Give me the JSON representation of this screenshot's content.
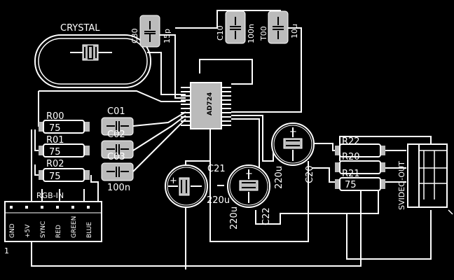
{
  "labels": {
    "crystal": "CRYSTAL",
    "c30": "C30",
    "c30_val": "15p",
    "c10": "C10",
    "c10_val": "100n",
    "t00": "T00",
    "t00_val": "10u",
    "ic": "AD724",
    "r00": "R00",
    "r00_val": "75",
    "r01": "R01",
    "r01_val": "75",
    "r02": "R02",
    "r02_val": "75",
    "c01": "C01",
    "c02": "C02",
    "c03": "C03",
    "c03_val": "100n",
    "c21": "C21",
    "c21_val": "220u",
    "c22": "C22",
    "c22_val": "220u",
    "c20": "C20",
    "c20_val": "220u",
    "r22": "R22",
    "r20": "R20",
    "r21": "R21",
    "r21_val": "75",
    "svideo": "SVIDEO-OUT",
    "rgbin": "RGB-IN",
    "pin1": "1"
  },
  "rgb_pins": [
    "GND",
    "+5V",
    "SYNC",
    "RED",
    "GREEN",
    "BLUE"
  ]
}
